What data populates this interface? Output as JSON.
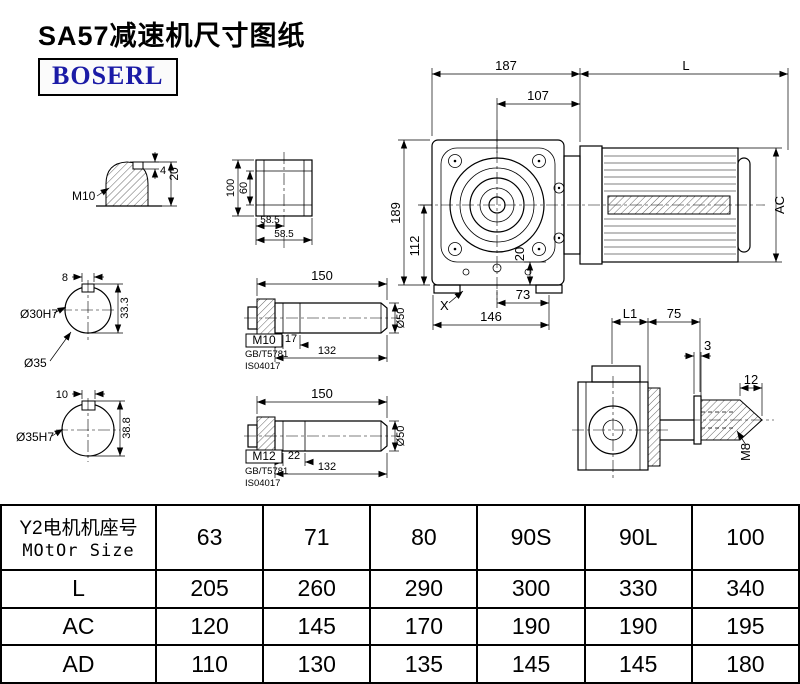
{
  "title": "SA57减速机尺寸图纸",
  "logo": "BOSERL",
  "drawing": {
    "main_view": {
      "dim_width_housing": "187",
      "dim_motor_length": "L",
      "dim_107": "107",
      "dim_height": "189",
      "dim_112": "112",
      "dim_foot": "20",
      "dim_73": "73",
      "dim_base": "146",
      "label_x": "X",
      "dim_motor_diameter": "AC"
    },
    "rear_view": {
      "dim_l1": "L1",
      "dim_75": "75",
      "dim_3": "3",
      "dim_12": "12",
      "label_thread": "M8"
    },
    "key_detail": {
      "label_thread": "M10",
      "dim_4": "4",
      "dim_20": "20"
    },
    "hub_view": {
      "dim_100": "100",
      "dim_60": "60",
      "dim_58_5_a": "58.5",
      "dim_58_5_b": "58.5"
    },
    "bore_section_1": {
      "dim_key_width": "8",
      "label_bore": "Ø30H7",
      "dim_depth": "33.3",
      "label_shaft": "Ø35"
    },
    "bore_section_2": {
      "dim_key_width": "10",
      "label_bore": "Ø35H7",
      "dim_depth": "38.8"
    },
    "shaft_detail_1": {
      "dim_length": "150",
      "label_thread": "M10",
      "label_std_1": "GB/T5781",
      "label_std_2": "IS04017",
      "dim_17": "17",
      "dim_132": "132",
      "label_diameter": "Ø50"
    },
    "shaft_detail_2": {
      "dim_length": "150",
      "label_thread": "M12",
      "label_std_1": "GB/T5781",
      "label_std_2": "IS04017",
      "dim_22": "22",
      "dim_132": "132",
      "label_diameter": "Ø50"
    }
  },
  "table": {
    "header_line1": "Y2电机机座号",
    "header_line2": "MOtOr Size",
    "motor_sizes": [
      "63",
      "71",
      "80",
      "90S",
      "90L",
      "100"
    ],
    "rows": [
      {
        "label": "L",
        "values": [
          "205",
          "260",
          "290",
          "300",
          "330",
          "340"
        ]
      },
      {
        "label": "AC",
        "values": [
          "120",
          "145",
          "170",
          "190",
          "190",
          "195"
        ]
      },
      {
        "label": "AD",
        "values": [
          "110",
          "130",
          "135",
          "145",
          "145",
          "180"
        ]
      }
    ]
  }
}
